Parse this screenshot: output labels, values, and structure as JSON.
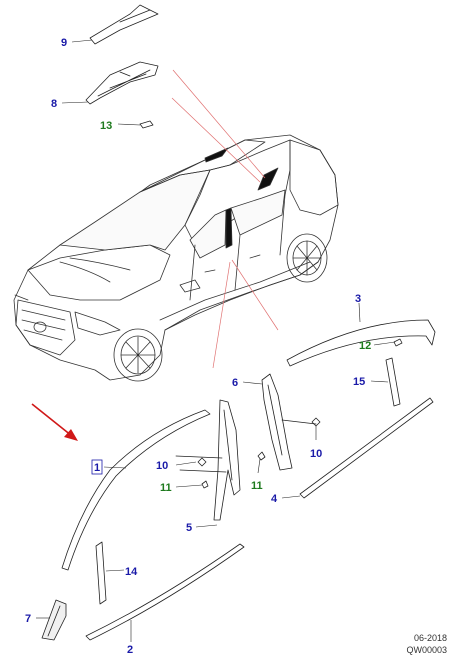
{
  "diagram": {
    "callouts": [
      {
        "id": "c9",
        "label": "9",
        "color": "blue"
      },
      {
        "id": "c8",
        "label": "8",
        "color": "blue"
      },
      {
        "id": "c13",
        "label": "13",
        "color": "green"
      },
      {
        "id": "c3",
        "label": "3",
        "color": "blue"
      },
      {
        "id": "c12",
        "label": "12",
        "color": "green"
      },
      {
        "id": "c15",
        "label": "15",
        "color": "blue"
      },
      {
        "id": "c6",
        "label": "6",
        "color": "blue"
      },
      {
        "id": "c10a",
        "label": "10",
        "color": "blue"
      },
      {
        "id": "c10b",
        "label": "10",
        "color": "blue"
      },
      {
        "id": "c1",
        "label": "1",
        "color": "blue"
      },
      {
        "id": "c11a",
        "label": "11",
        "color": "green"
      },
      {
        "id": "c11b",
        "label": "11",
        "color": "green"
      },
      {
        "id": "c4",
        "label": "4",
        "color": "blue"
      },
      {
        "id": "c5",
        "label": "5",
        "color": "blue"
      },
      {
        "id": "c14",
        "label": "14",
        "color": "blue"
      },
      {
        "id": "c7",
        "label": "7",
        "color": "blue"
      },
      {
        "id": "c2",
        "label": "2",
        "color": "blue"
      }
    ],
    "colors": {
      "blue": "#1a1aa8",
      "green": "#1e7a1e",
      "red_arrow": "#d01818",
      "red_leader": "#e07070",
      "line": "#222222"
    }
  },
  "footer": {
    "date": "06-2018",
    "code": "QW00003"
  }
}
